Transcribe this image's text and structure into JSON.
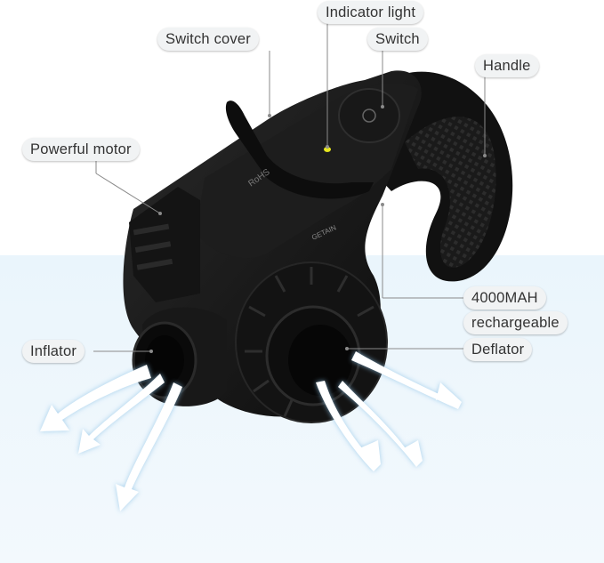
{
  "colors": {
    "background_top": "#ffffff",
    "background_bottom": "#e6f3fb",
    "pump_body": "#151515",
    "arrow_fill": "#ffffff",
    "arrow_glow": "#8fc3e6",
    "indicator_led": "#e6e61f",
    "callout_bg": "#f1f3f4"
  },
  "labels": {
    "indicator_light": "Indicator light",
    "switch_cover": "Switch cover",
    "switch": "Switch",
    "handle": "Handle",
    "powerful_motor": "Powerful motor",
    "battery_capacity": "4000MAH",
    "rechargeable": "rechargeable",
    "inflator": "Inflator",
    "deflator": "Deflator"
  },
  "product_markings": {
    "rohs": "RoHS",
    "brand": "GETAIN"
  }
}
